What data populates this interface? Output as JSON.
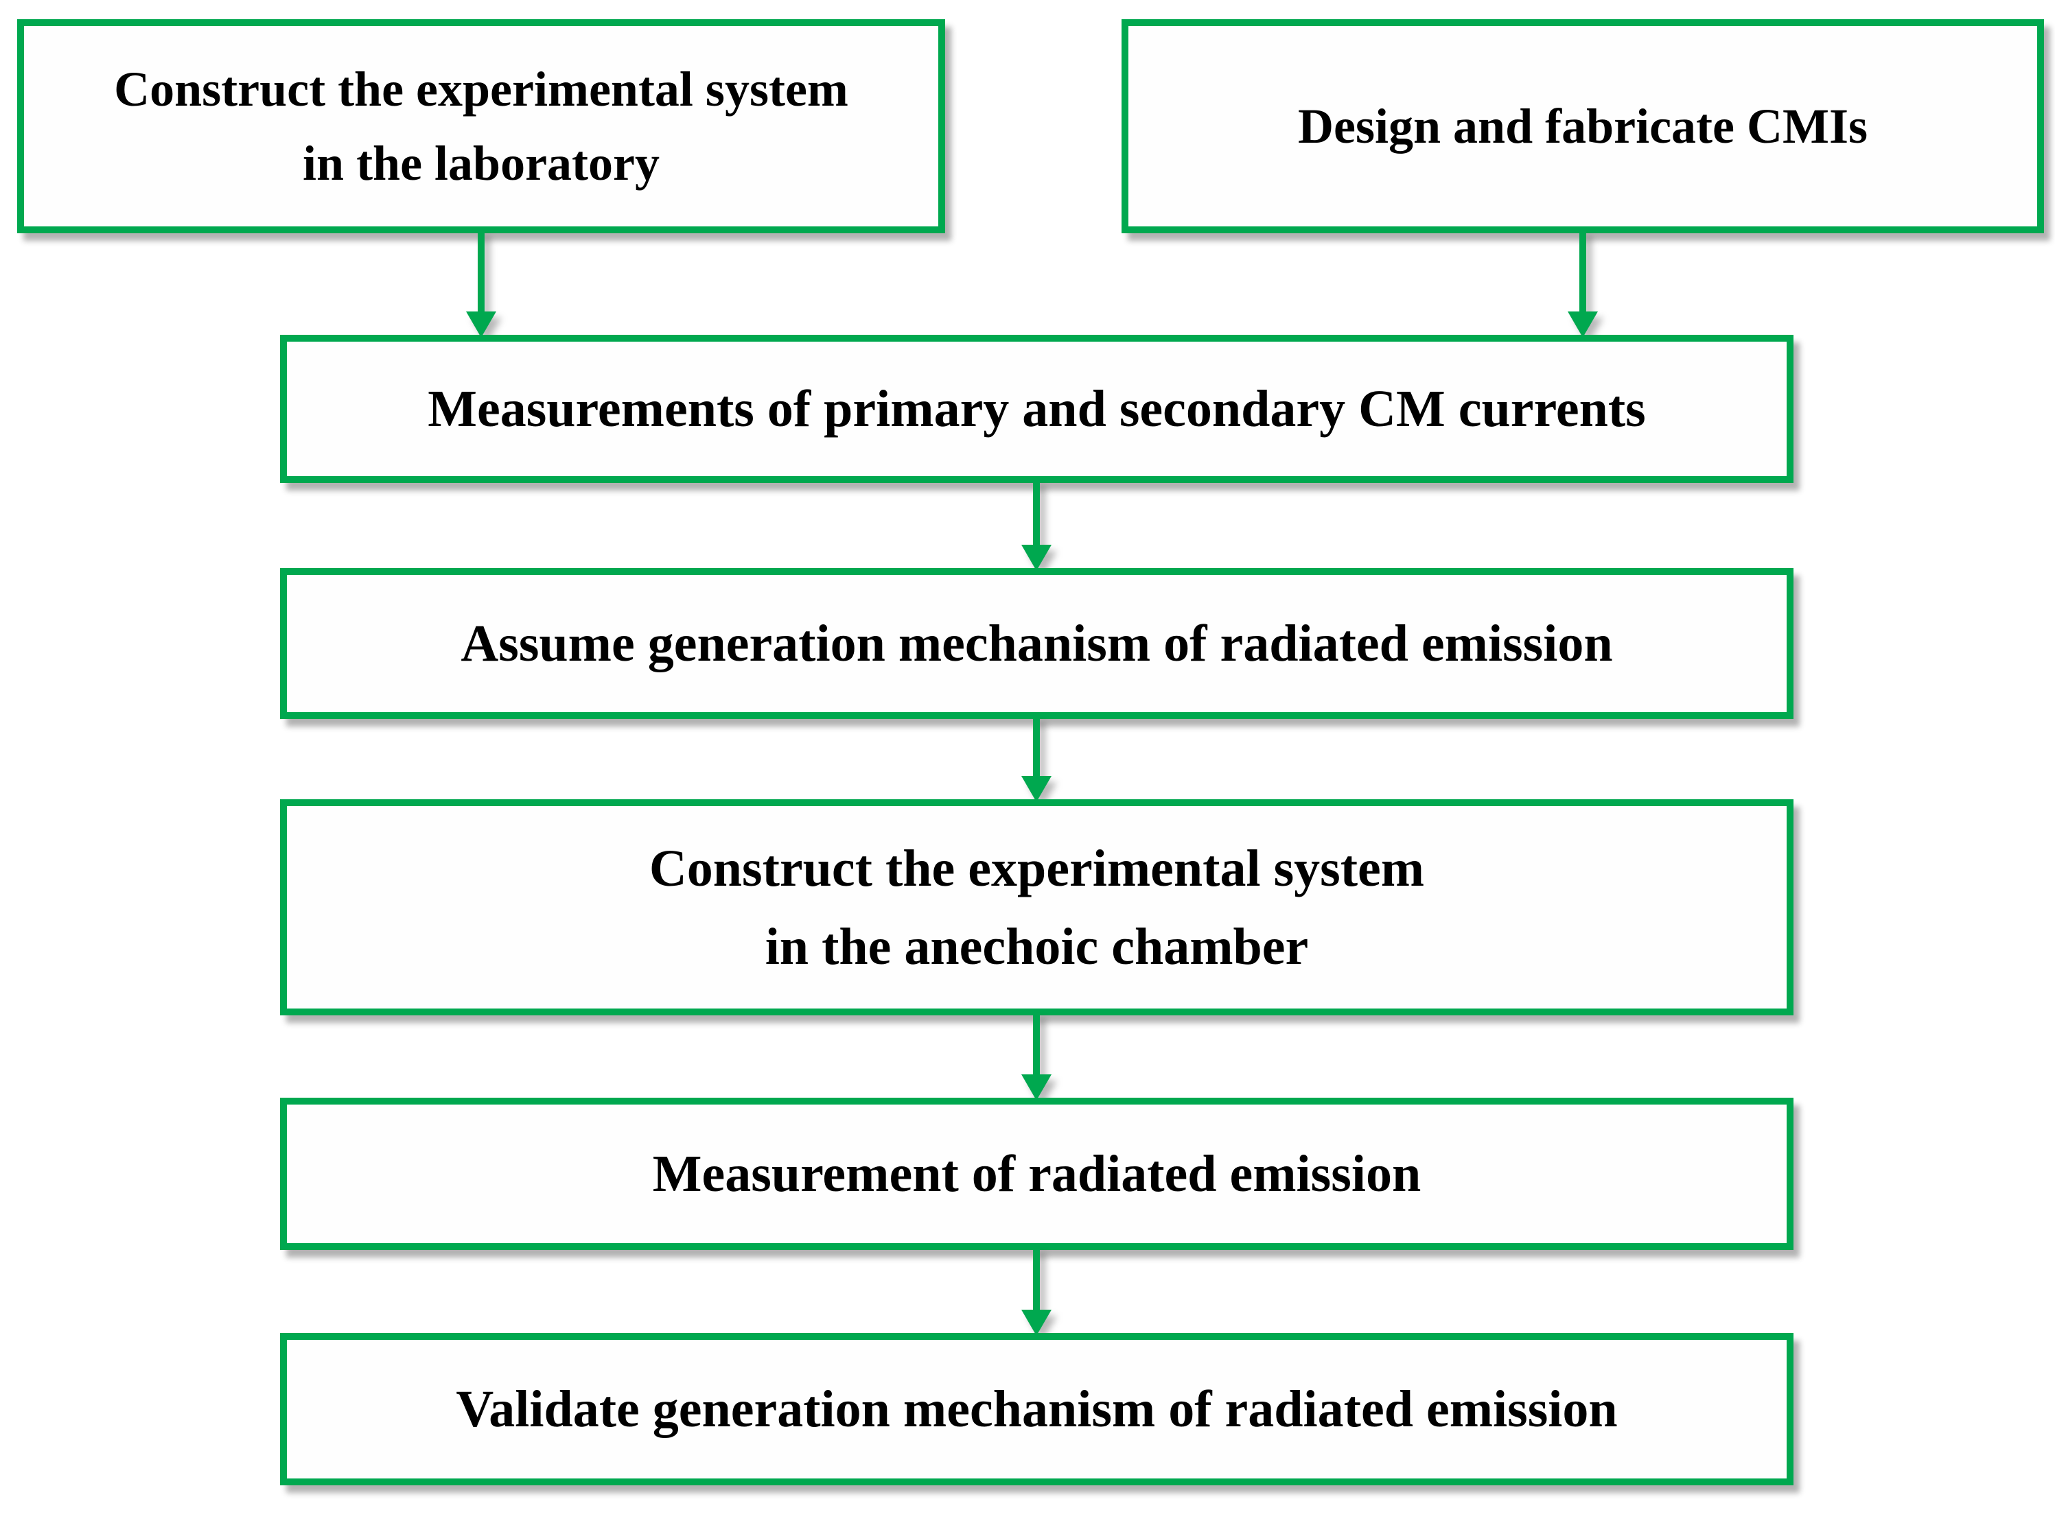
{
  "figure": {
    "background": "#ffffff",
    "accent_green": "#00a84f",
    "box_fill": "#fefefe",
    "text_color": "#000000"
  },
  "flowchart": {
    "nodes": [
      {
        "id": "construct-lab",
        "label": "Construct the experimental system\nin the laboratory"
      },
      {
        "id": "design-cmis",
        "label": "Design and fabricate CMIs"
      },
      {
        "id": "measure-cm-currents",
        "label": "Measurements of primary and secondary CM currents"
      },
      {
        "id": "assume-mechanism",
        "label": "Assume generation mechanism of radiated emission"
      },
      {
        "id": "construct-chamber",
        "label": "Construct the experimental system\nin the anechoic chamber"
      },
      {
        "id": "measure-radiated-emission",
        "label": "Measurement of radiated emission"
      },
      {
        "id": "validate-mechanism",
        "label": "Validate generation mechanism of radiated emission"
      }
    ],
    "edges": [
      {
        "from": "construct-lab",
        "to": "measure-cm-currents"
      },
      {
        "from": "design-cmis",
        "to": "measure-cm-currents"
      },
      {
        "from": "measure-cm-currents",
        "to": "assume-mechanism"
      },
      {
        "from": "assume-mechanism",
        "to": "construct-chamber"
      },
      {
        "from": "construct-chamber",
        "to": "measure-radiated-emission"
      },
      {
        "from": "measure-radiated-emission",
        "to": "validate-mechanism"
      }
    ]
  }
}
